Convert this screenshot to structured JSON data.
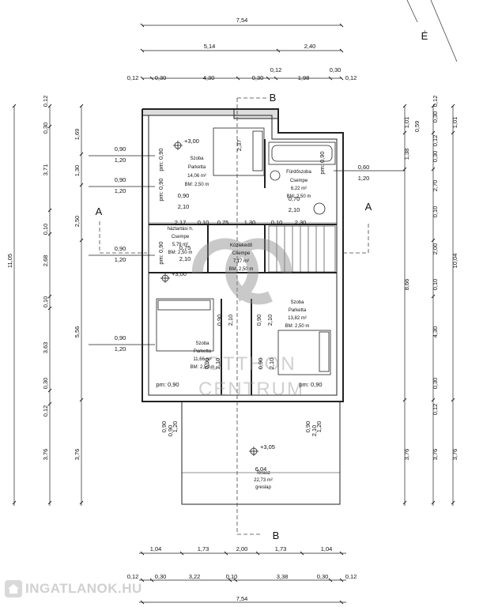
{
  "north": "É",
  "dims": {
    "top1": "7,54",
    "top2": [
      "5,14",
      "2,40"
    ],
    "top3": [
      "0,12",
      "0,30",
      "4,30",
      "0,30",
      "0,12",
      "1,98",
      "0,30",
      "0,12"
    ],
    "bottom1": [
      "1,04",
      "1,73",
      "2,00",
      "1,73",
      "1,04"
    ],
    "bottom2": [
      "0,12",
      "0,30",
      "3,22",
      "0,10",
      "3,38",
      "0,30",
      "0,12"
    ],
    "bottom3": "7,54",
    "left_outer": "11,05",
    "left_a": [
      "0,12",
      "0,30",
      "3,71",
      "0,10",
      "2,68",
      "0,10",
      "3,63",
      "0,30",
      "0,12",
      "3,76"
    ],
    "left_b": [
      "1,69",
      "1,30",
      "2,50",
      "5,56",
      "3,76"
    ],
    "right_a": [
      "1,01",
      "0,59",
      "1,38",
      "8,66",
      "3,76"
    ],
    "right_b": [
      "0,12",
      "0,30",
      "0,12",
      "0,30",
      "2,70",
      "0,10",
      "2,00",
      "0,10",
      "4,30",
      "0,30",
      "0,12",
      "3,76"
    ],
    "right_outer": [
      "1,01",
      "10,04",
      "3,76"
    ],
    "inner_row": [
      "2,17",
      "0,10",
      "0,75",
      "1,30",
      "0,10",
      "2,30"
    ]
  },
  "windows": {
    "w1": [
      "0,90",
      "1,20"
    ],
    "w2": [
      "0,90",
      "1,20"
    ],
    "w3": [
      "0,90",
      "1,20"
    ],
    "w4": [
      "0,90",
      "1,20"
    ],
    "w5": [
      "0,60",
      "1,20"
    ],
    "vert": [
      "0,90",
      "1,20",
      "0,90",
      "1,20"
    ],
    "pm": [
      "pm: 0,90",
      "pm: 0,90",
      "pm: 0,90",
      "pm: 0,90",
      "pm: 0,90",
      "pm: 0,90"
    ],
    "doors": [
      "0,90",
      "2,10",
      "0,75",
      "2,10",
      "0,70",
      "2,10",
      "0,90",
      "2,10",
      "0,90",
      "2,10",
      "0,90",
      "2,10",
      "0,90",
      "2,10",
      "0,90",
      "2,10",
      "2,37"
    ]
  },
  "rooms": {
    "szoba1": {
      "name": "Szoba",
      "floor": "Parketta",
      "area": "14,06 m²",
      "bm": "BM: 2,50 m"
    },
    "furdo": {
      "name": "Fürdőszoba",
      "floor": "Csempe",
      "area": "6,22 m²",
      "bm": "BM: 2,50 m"
    },
    "haztartasi": {
      "name": "háztartási h.",
      "floor": "Csempe",
      "area": "5,79 m²",
      "bm": "BM: 2,50 m"
    },
    "kozlekedo": {
      "name": "Közlekedő",
      "floor": "Csempe",
      "area": "7,17 m²",
      "bm": "BM: 2,50 m"
    },
    "szoba2": {
      "name": "Szoba",
      "floor": "Parketta",
      "area": "13,82 m²",
      "bm": "BM: 2,50 m"
    },
    "szoba3": {
      "name": "Szoba",
      "floor": "Parketta",
      "area": "11,66 m²",
      "bm": "BM: 2,50 m"
    },
    "terasz": {
      "name": "Terasz",
      "area": "22,73 m²",
      "floor": "greslap"
    }
  },
  "levels": [
    "+3,00",
    "+3,00",
    "+3,05"
  ],
  "sections": {
    "b_top": "B",
    "b_bottom": "B",
    "a_left": "A",
    "a_right": "A"
  },
  "terrace_width": "6,04",
  "watermark": [
    "OTTHON",
    "CENTRUM"
  ],
  "badge": "INGATLANOK.HU"
}
